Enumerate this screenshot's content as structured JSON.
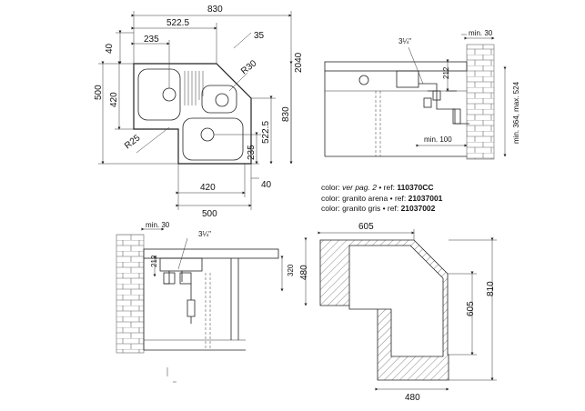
{
  "top_view": {
    "dims": [
      "830",
      "522.5",
      "40",
      "235",
      "35",
      "R30",
      "2040",
      "500",
      "420",
      "R25",
      "830",
      "522.5",
      "235",
      "420",
      "500",
      "40"
    ]
  },
  "side_view": {
    "labels": [
      "min. 30",
      "3¼\"",
      "212",
      "min. 100",
      "min. 364, max. 524"
    ]
  },
  "front_view": {
    "labels": [
      "min. 30",
      "3¼\"",
      "212",
      "320"
    ]
  },
  "cutout_view": {
    "labels": [
      "605",
      "480",
      "810",
      "605",
      "480"
    ]
  },
  "colors_info": [
    {
      "prefix": "color: ",
      "name": "ver pag. 2",
      "ref_label": " • ref: ",
      "ref": "110370CC"
    },
    {
      "prefix": "color: ",
      "name": "granito arena",
      "ref_label": " • ref: ",
      "ref": "21037001"
    },
    {
      "prefix": "color: ",
      "name": "granito gris",
      "ref_label": " • ref: ",
      "ref": "21037002"
    }
  ]
}
